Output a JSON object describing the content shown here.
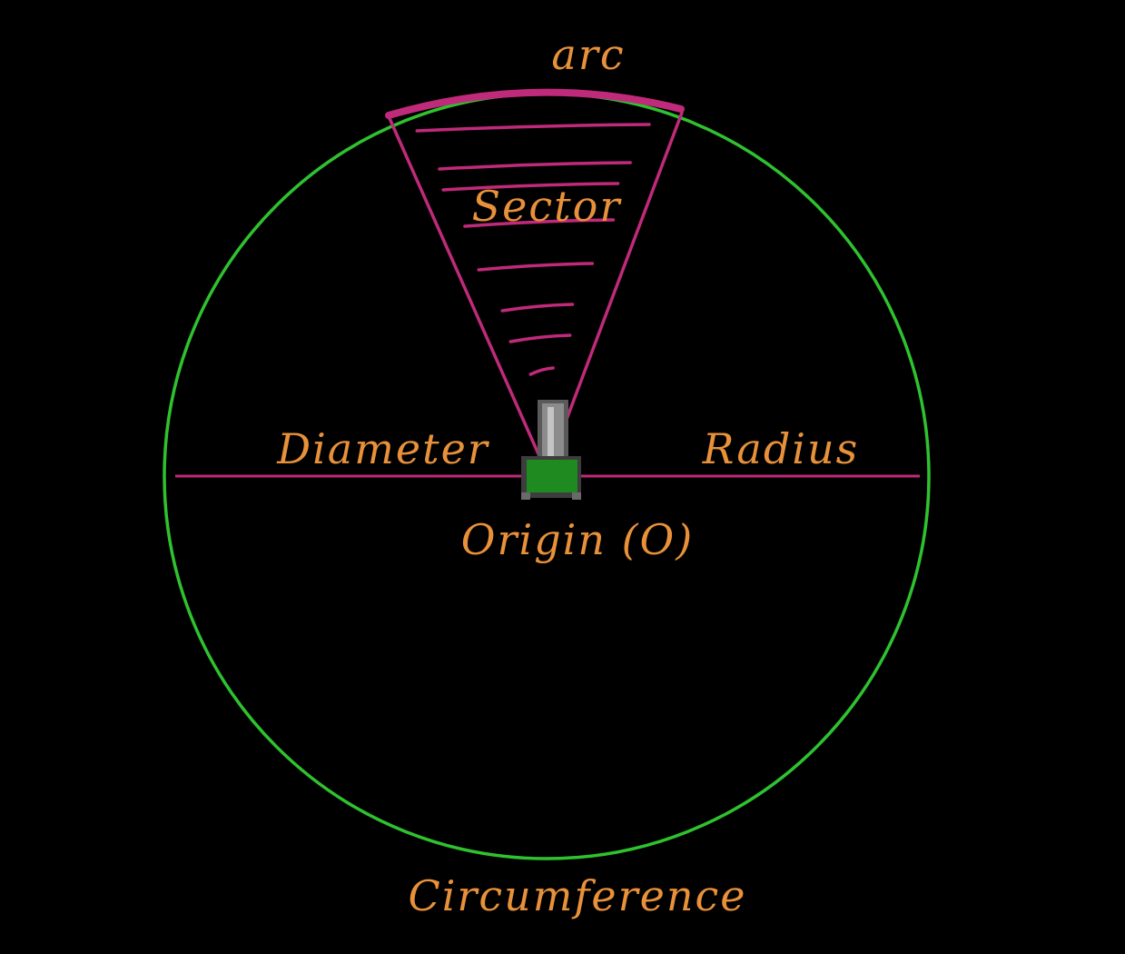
{
  "colors": {
    "background": "#000000",
    "circle": "#2fc22f",
    "geometry": "#c02a7a",
    "labels": "#e8913a",
    "turret_body": "#1f8a1f",
    "turret_barrel": "#8c8c8c"
  },
  "labels": {
    "arc": "arc",
    "sector": "Sector",
    "diameter": "Diameter",
    "radius": "Radius",
    "origin": "Origin (O)",
    "circumference": "Circumference"
  },
  "icons": {
    "origin_marker": "pixel-turret-icon"
  }
}
